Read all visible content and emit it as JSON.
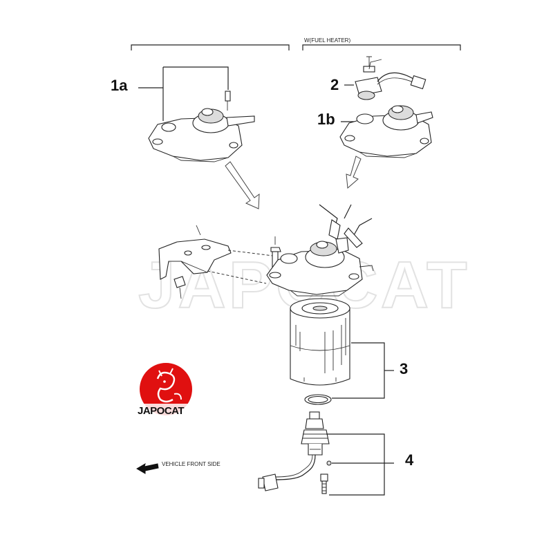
{
  "header": {
    "fuel_heater_label": "W(FUEL HEATER)"
  },
  "callouts": {
    "c1a": "1a",
    "c1b": "1b",
    "c2": "2",
    "c3": "3",
    "c4": "4"
  },
  "direction": {
    "vehicle_front_label": "VEHICLE FRONT SIDE"
  },
  "branding": {
    "logo_text": "JAPOCAT",
    "watermark_text": "JAPOCAT",
    "logo_color": "#e01010"
  },
  "icons": {
    "front_arrow": "left-arrow-icon"
  }
}
